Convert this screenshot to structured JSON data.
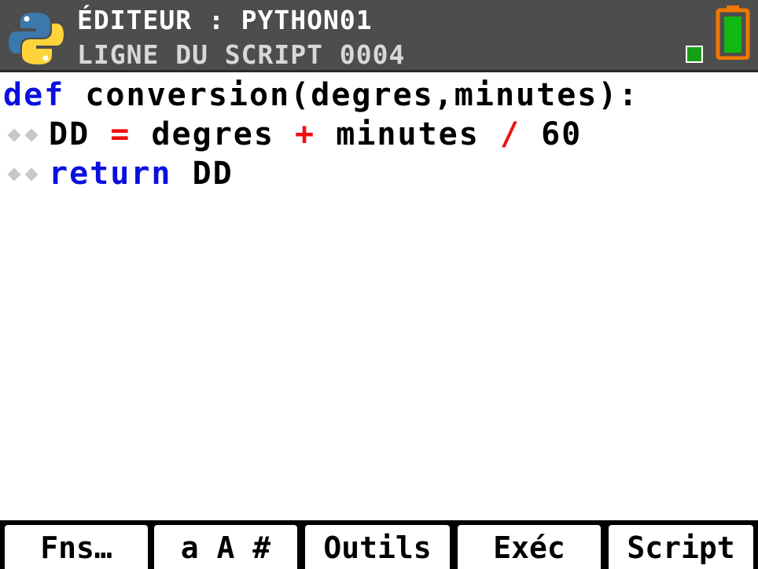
{
  "header": {
    "title": "ÉDITEUR : PYTHON01",
    "subtitle": "LIGNE DU SCRIPT 0004",
    "status_indicator_color": "#16a016",
    "battery_color": "#f07800",
    "battery_fill_color": "#12b812",
    "app_icon": "python-logo-icon",
    "battery_icon": "battery-icon"
  },
  "code": {
    "line1": {
      "keyword": "def",
      "rest": " conversion(degres,minutes):"
    },
    "line2": {
      "var": "DD",
      "eq": "=",
      "a": "degres",
      "plus": "+",
      "b": "minutes",
      "div": "/",
      "num": "60"
    },
    "line3": {
      "keyword": "return",
      "rest": " DD"
    },
    "colors": {
      "keyword": "#0a10e0",
      "operator": "#ee1111",
      "text": "#000000",
      "indent_marker": "#c8c8c8"
    }
  },
  "menu": {
    "f1": "Fns…",
    "f2": "a A #",
    "f3": "Outils",
    "f4": "Exéc",
    "f5": "Script"
  }
}
